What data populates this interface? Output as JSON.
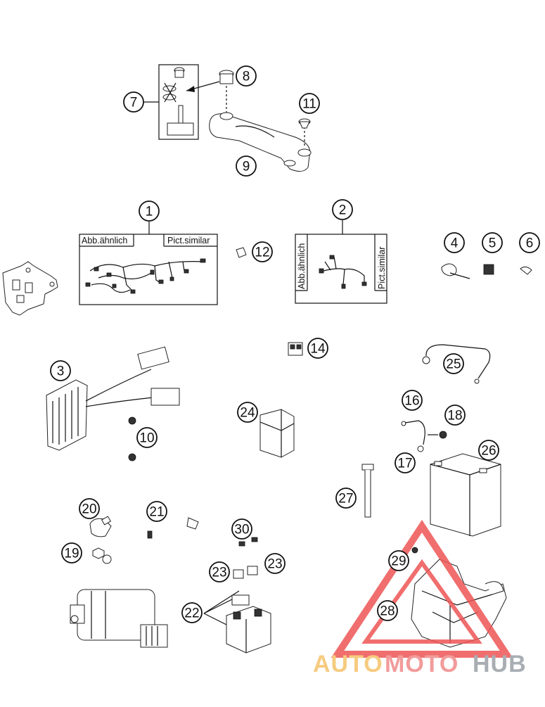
{
  "callouts": {
    "c1": "1",
    "c2": "2",
    "c3": "3",
    "c4": "4",
    "c5": "5",
    "c6": "6",
    "c7": "7",
    "c8": "8",
    "c9": "9",
    "c10": "10",
    "c11": "11",
    "c12": "12",
    "c14": "14",
    "c16": "16",
    "c17": "17",
    "c18": "18",
    "c19": "19",
    "c20": "20",
    "c21": "21",
    "c22": "22",
    "c23a": "23",
    "c23b": "23",
    "c24": "24",
    "c25": "25",
    "c26": "26",
    "c27": "27",
    "c28": "28",
    "c29": "29",
    "c30": "30"
  },
  "labels": {
    "box1_left": "Abb.ähnlich",
    "box1_right": "Pict.similar",
    "box2_left": "Abb.ähnlich",
    "box2_right": "Pict.similar"
  },
  "watermark": {
    "part1": "AUTO",
    "part2": "MOTO",
    "part3": "HUB",
    "colors": {
      "auto": "#f5c36a",
      "moto": "#f08a8a",
      "hub": "#9aa0a8",
      "triangle": "#ee5555"
    }
  }
}
